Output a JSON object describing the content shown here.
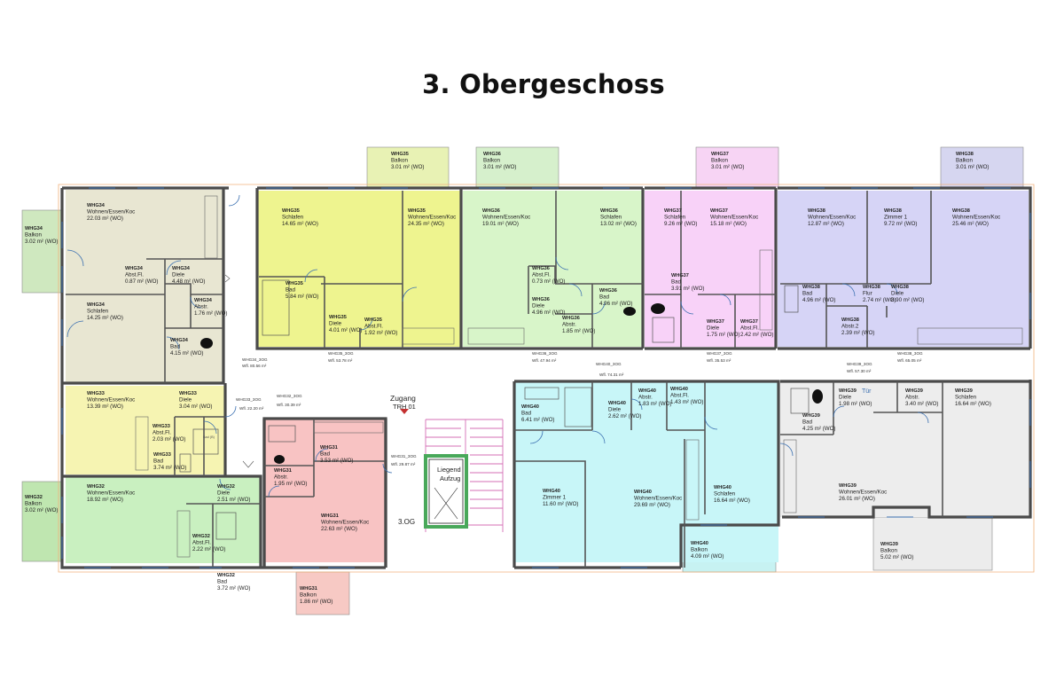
{
  "title": "3. Obergeschoss",
  "stair": {
    "zugang": "Zugang",
    "trh": "TRH 01",
    "lift_line1": "Liegend",
    "lift_line2": "Aufzug",
    "floor": "3.OG"
  },
  "rooms": [
    {
      "id": "WHG34",
      "name": "Balkon",
      "area": "3.02 m²",
      "tag": "(WO)"
    },
    {
      "id": "WHG34",
      "name": "Wohnen/Essen/Koc",
      "area": "22.03 m²",
      "tag": "(WO)"
    },
    {
      "id": "WHG34",
      "name": "Abst.Fl.",
      "area": "0.87 m²",
      "tag": "(WO)"
    },
    {
      "id": "WHG34",
      "name": "Diele",
      "area": "4.48 m²",
      "tag": "(WO)"
    },
    {
      "id": "WHG34",
      "name": "Abstr.",
      "area": "1.76 m²",
      "tag": "(WO)"
    },
    {
      "id": "WHG34",
      "name": "Schlafen",
      "area": "14.25 m²",
      "tag": "(WO)"
    },
    {
      "id": "WHG34",
      "name": "Bad",
      "area": "4.15 m²",
      "tag": "(WO)"
    },
    {
      "id": "WHG35",
      "name": "Balkon",
      "area": "3.01 m²",
      "tag": "(WO)"
    },
    {
      "id": "WHG35",
      "name": "Schlafen",
      "area": "14.65 m²",
      "tag": "(WO)"
    },
    {
      "id": "WHG35",
      "name": "Wohnen/Essen/Koc",
      "area": "24.35 m²",
      "tag": "(WO)"
    },
    {
      "id": "WHG35",
      "name": "Bad",
      "area": "5.84 m²",
      "tag": "(WO)"
    },
    {
      "id": "WHG35",
      "name": "Diele",
      "area": "4.01 m²",
      "tag": "(WO)"
    },
    {
      "id": "WHG35",
      "name": "Abst.Fl.",
      "area": "1.92 m²",
      "tag": "(WO)"
    },
    {
      "id": "WHG36",
      "name": "Balkon",
      "area": "3.01 m²",
      "tag": "(WO)"
    },
    {
      "id": "WHG36",
      "name": "Wohnen/Essen/Koc",
      "area": "19.01 m²",
      "tag": "(WO)"
    },
    {
      "id": "WHG36",
      "name": "Schlafen",
      "area": "13.02 m²",
      "tag": "(WO)"
    },
    {
      "id": "WHG36",
      "name": "Abst.Fl.",
      "area": "0.73 m²",
      "tag": "(WO)"
    },
    {
      "id": "WHG36",
      "name": "Bad",
      "area": "4.96 m²",
      "tag": "(WO)"
    },
    {
      "id": "WHG36",
      "name": "Diele",
      "area": "4.96 m²",
      "tag": "(WO)"
    },
    {
      "id": "WHG36",
      "name": "Abstr.",
      "area": "1.85 m²",
      "tag": "(WO)"
    },
    {
      "id": "WHG37",
      "name": "Balkon",
      "area": "3.01 m²",
      "tag": "(WO)"
    },
    {
      "id": "WHG37",
      "name": "Schlafen",
      "area": "9.26 m²",
      "tag": "(WO)"
    },
    {
      "id": "WHG37",
      "name": "Wohnen/Essen/Koc",
      "area": "15.18 m²",
      "tag": "(WO)"
    },
    {
      "id": "WHG37",
      "name": "Bad",
      "area": "3.91 m²",
      "tag": "(WO)"
    },
    {
      "id": "WHG37",
      "name": "Diele",
      "area": "1.75 m²",
      "tag": "(WO)"
    },
    {
      "id": "WHG37",
      "name": "Abst.Fl.",
      "area": "2.42 m²",
      "tag": "(WO)"
    },
    {
      "id": "WHG38",
      "name": "Balkon",
      "area": "3.01 m²",
      "tag": "(WO)"
    },
    {
      "id": "WHG38",
      "name": "Wohnen/Essen/Koc",
      "area": "12.87 m²",
      "tag": "(WO)"
    },
    {
      "id": "WHG38",
      "name": "Zimmer 1",
      "area": "9.72 m²",
      "tag": "(WO)"
    },
    {
      "id": "WHG38",
      "name": "Wohnen/Essen/Koc",
      "area": "25.46 m²",
      "tag": "(WO)"
    },
    {
      "id": "WHG38",
      "name": "Bad",
      "area": "4.96 m²",
      "tag": "(WO)"
    },
    {
      "id": "WHG38",
      "name": "Flur",
      "area": "2.74 m²",
      "tag": "(WO)"
    },
    {
      "id": "WHG38",
      "name": "Diele",
      "area": "8.90 m²",
      "tag": "(WO)"
    },
    {
      "id": "WHG38",
      "name": "Abstr.2",
      "area": "2.39 m²",
      "tag": "(WO)"
    },
    {
      "id": "WHG33",
      "name": "Wohnen/Essen/Koc",
      "area": "13.39 m²",
      "tag": "(WO)"
    },
    {
      "id": "WHG33",
      "name": "Diele",
      "area": "3.04 m²",
      "tag": "(WO)"
    },
    {
      "id": "WHG33",
      "name": "Abst.Fl.",
      "area": "2.03 m²",
      "tag": "(WO)"
    },
    {
      "id": "WHG33",
      "name": "Bad",
      "area": "3.74 m²",
      "tag": "(WO)"
    },
    {
      "id": "WHG32",
      "name": "Balkon",
      "area": "3.02 m²",
      "tag": "(WO)"
    },
    {
      "id": "WHG32",
      "name": "Wohnen/Essen/Koc",
      "area": "18.92 m²",
      "tag": "(WO)"
    },
    {
      "id": "WHG32",
      "name": "Diele",
      "area": "2.51 m²",
      "tag": "(WO)"
    },
    {
      "id": "WHG32",
      "name": "Abst.Fl.",
      "area": "2.22 m²",
      "tag": "(WO)"
    },
    {
      "id": "WHG32",
      "name": "Bad",
      "area": "3.72 m²",
      "tag": "(WO)"
    },
    {
      "id": "WHG31",
      "name": "Bad",
      "area": "3.53 m²",
      "tag": "(WO)"
    },
    {
      "id": "WHG31",
      "name": "Abstr.",
      "area": "1.95 m²",
      "tag": "(WO)"
    },
    {
      "id": "WHG31",
      "name": "Wohnen/Essen/Koc",
      "area": "22.63 m²",
      "tag": "(WO)"
    },
    {
      "id": "WHG31",
      "name": "Balkon",
      "area": "1.86 m²",
      "tag": "(WO)"
    },
    {
      "id": "WHG40",
      "name": "Bad",
      "area": "6.41 m²",
      "tag": "(WO)"
    },
    {
      "id": "WHG40",
      "name": "Diele",
      "area": "2.62 m²",
      "tag": "(WO)"
    },
    {
      "id": "WHG40",
      "name": "Abstr.",
      "area": "1.83 m²",
      "tag": "(WO)"
    },
    {
      "id": "WHG40",
      "name": "Abst.Fl.",
      "area": "1.43 m²",
      "tag": "(WO)"
    },
    {
      "id": "WHG40",
      "name": "Zimmer 1",
      "area": "11.60 m²",
      "tag": "(WO)"
    },
    {
      "id": "WHG40",
      "name": "Wohnen/Essen/Koc",
      "area": "29.69 m²",
      "tag": "(WO)"
    },
    {
      "id": "WHG40",
      "name": "Schlafen",
      "area": "16.64 m²",
      "tag": "(WO)"
    },
    {
      "id": "WHG40",
      "name": "Balkon",
      "area": "4.09 m²",
      "tag": "(WO)"
    },
    {
      "id": "WHG39",
      "name": "Diele",
      "area": "1.98 m²",
      "tag": "(WO)"
    },
    {
      "id": "WHG39",
      "name": "Abstr.",
      "area": "3.40 m²",
      "tag": "(WO)"
    },
    {
      "id": "WHG39",
      "name": "Schlafen",
      "area": "16.64 m²",
      "tag": "(WO)"
    },
    {
      "id": "WHG39",
      "name": "Bad",
      "area": "4.25 m²",
      "tag": "(WO)"
    },
    {
      "id": "WHG39",
      "name": "Wohnen/Essen/Koc",
      "area": "26.01 m²",
      "tag": "(WO)"
    },
    {
      "id": "WHG39",
      "name": "Balkon",
      "area": "5.02 m²",
      "tag": "(WO)"
    }
  ],
  "small_labels": [
    "WHG34_3OG",
    "Wfl. 80.56 m²",
    "WHG35_3OG",
    "Wfl. 53.78 m²",
    "WHG36_3OG",
    "Wfl. 47.94 m²",
    "WHG40_3OG",
    "Wfl. 74.31 m²",
    "WHG37_3OG",
    "Wfl. 35.53 m²",
    "WHG38_3OG",
    "Wfl. 65.05 m²",
    "WHG39_3OG",
    "Wfl. 57.30 m²",
    "WHG33_3OG",
    "Wfl. 22.20 m²",
    "WHG32_3OG",
    "Wfl. 30.39 m²",
    "WHG31_3OG",
    "Wfl. 29.87 m²",
    "Tür",
    "Bad (B)"
  ]
}
